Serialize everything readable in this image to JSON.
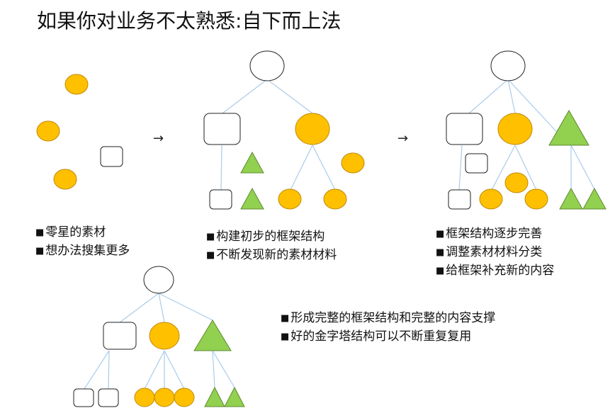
{
  "title": "如果你对业务不太熟悉:自下而上法",
  "arrows": [
    "→",
    "→"
  ],
  "captions": {
    "stage1": [
      "零星的素材",
      "想办法搜集更多"
    ],
    "stage2": [
      "构建初步的框架结构",
      "不断发现新的素材材料"
    ],
    "stage3": [
      "框架结构逐步完善",
      "调整素材材料分类",
      "给框架补充新的内容"
    ],
    "stage4": [
      "形成完整的框架结构和完整的内容支撑",
      "好的金字塔结构可以不断重复复用"
    ]
  },
  "colors": {
    "orange_fill": "#FFC000",
    "orange_stroke": "#C08A00",
    "green_fill": "#92D050",
    "green_stroke": "#5E8A2E",
    "connector": "#A9CCEA",
    "node_stroke": "#222222"
  }
}
